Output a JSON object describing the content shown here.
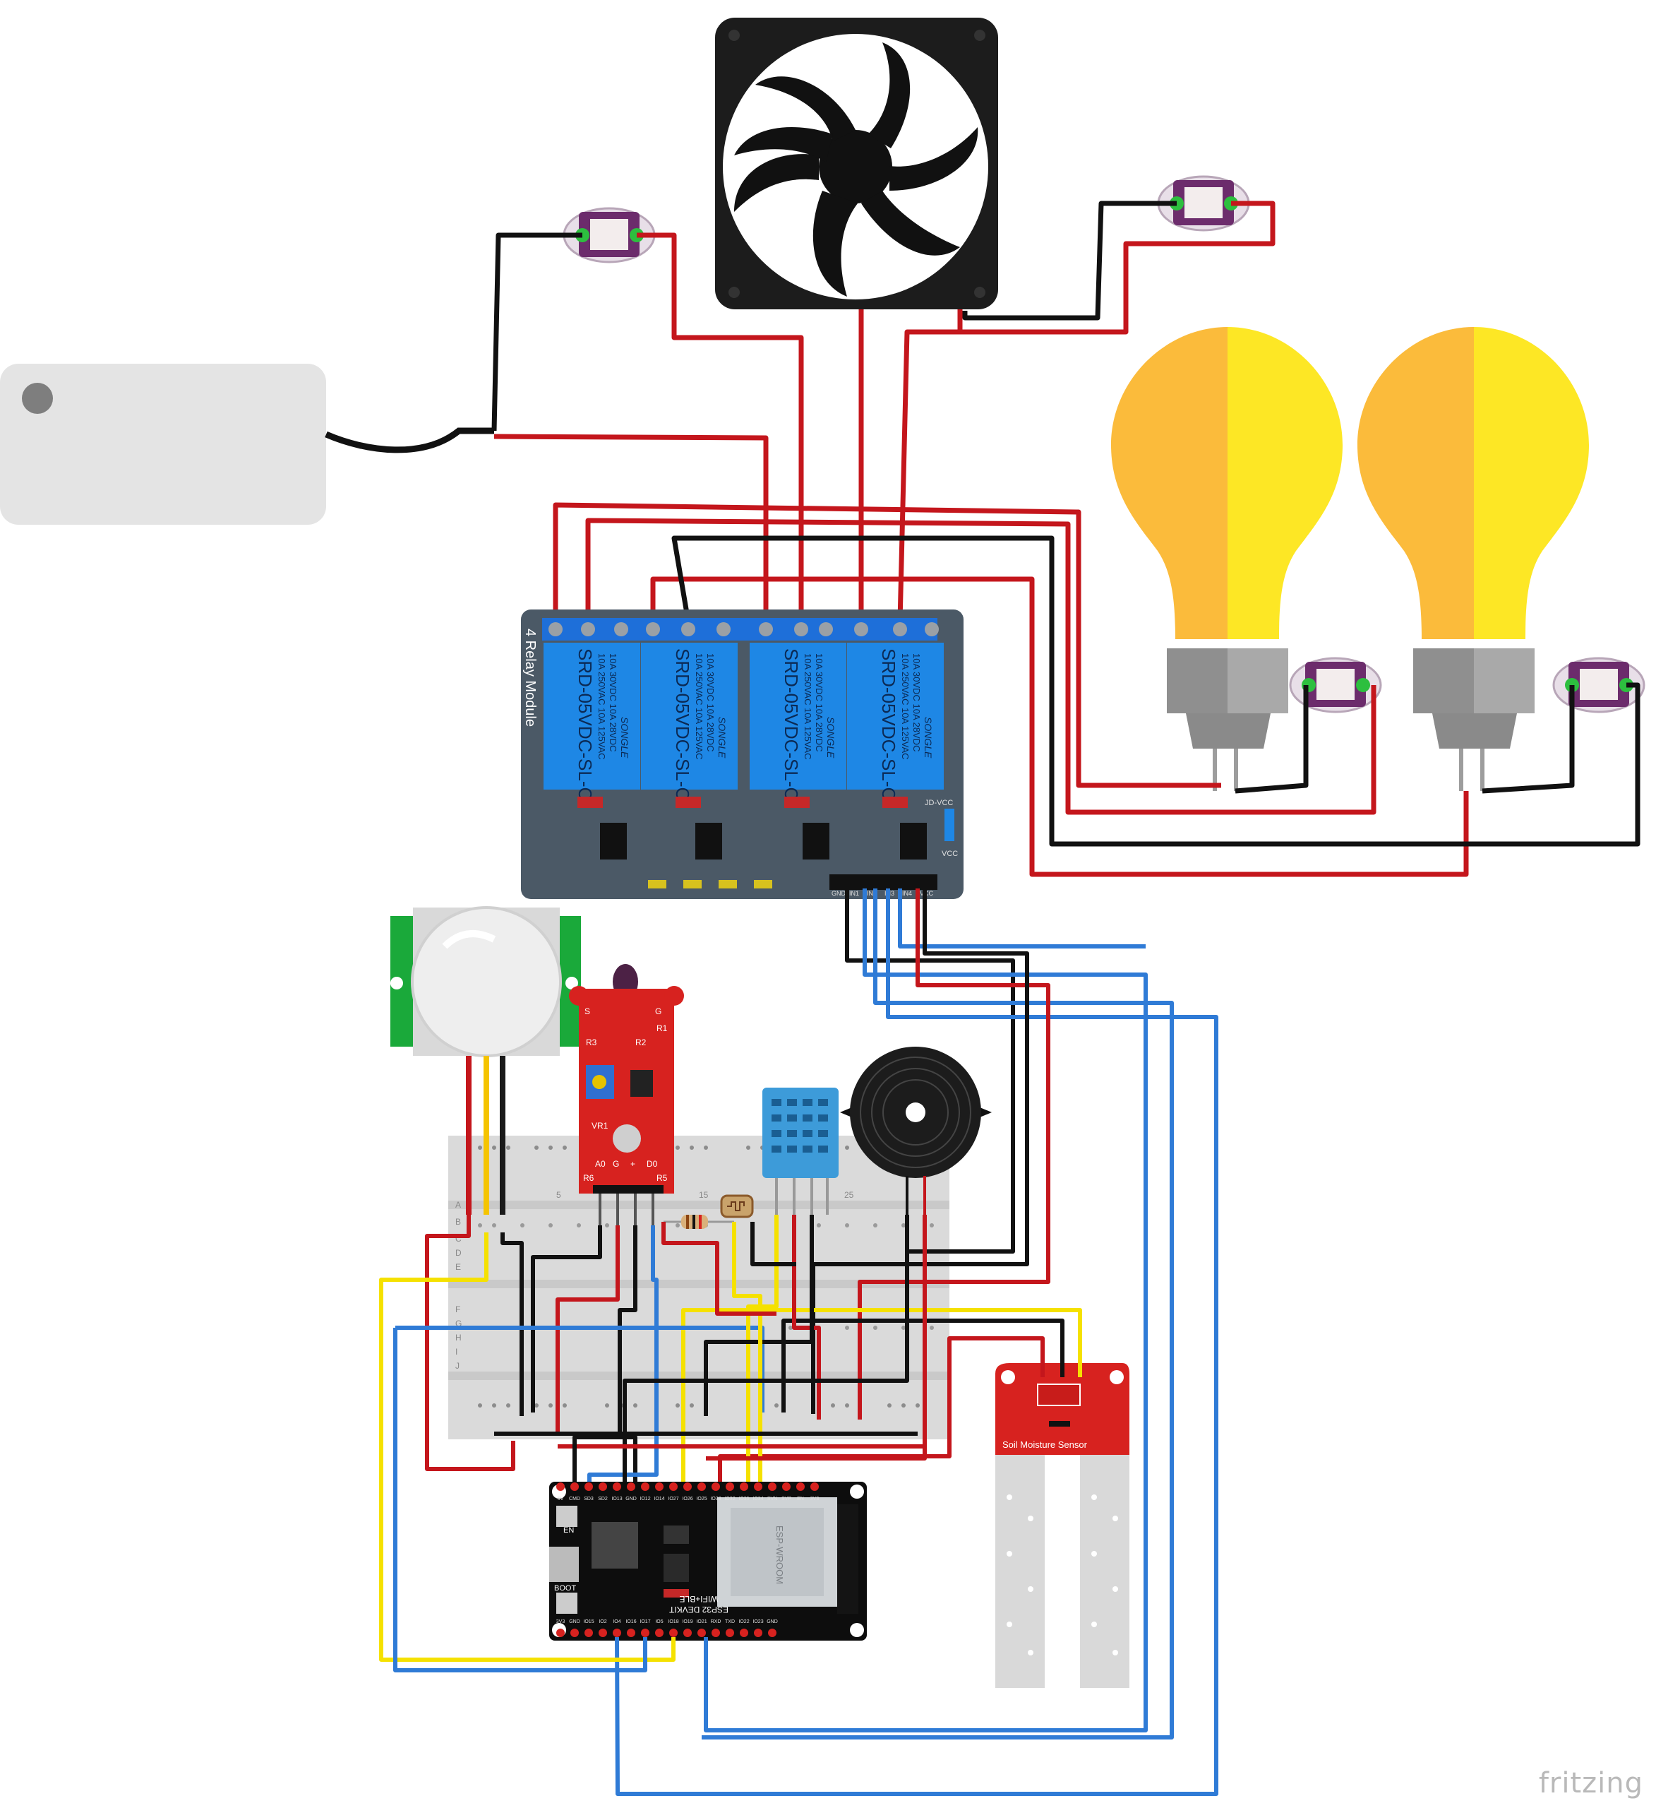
{
  "relay_module": {
    "title": "4 Relay Module",
    "relay_model": "SRD-05VDC-SL-C",
    "relay_rating": [
      "10A 250VAC  10A 125VAC",
      "10A 30VDC  10A 28VDC"
    ],
    "relay_brand": "SONGLE",
    "jumper_labels": [
      "JD-VCC",
      "VCC"
    ],
    "header_pins": [
      "GND",
      "IN1",
      "IN2",
      "IN3",
      "IN4",
      "VCC"
    ]
  },
  "flame_sensor": {
    "top_pins": [
      "S",
      "G"
    ],
    "labels": [
      "R1",
      "R2",
      "R3",
      "VR1",
      "R6",
      "R5"
    ],
    "pins": [
      "A0",
      "G",
      "+",
      "D0"
    ]
  },
  "breadboard": {
    "rows": [
      "A",
      "B",
      "C",
      "D",
      "E",
      "F",
      "G",
      "H",
      "I",
      "J"
    ],
    "column_marks": [
      "5",
      "15",
      "25"
    ]
  },
  "esp32": {
    "top_pins": [
      "5V",
      "CMD",
      "SD3",
      "SD2",
      "IO13",
      "GND",
      "IO12",
      "IO14",
      "IO27",
      "IO26",
      "IO25",
      "IO33",
      "IO32",
      "IO35",
      "IO34",
      "SVN",
      "SVP",
      "EN",
      "3V3"
    ],
    "bottom_pins": [
      "3V3",
      "GND",
      "IO15",
      "IO2",
      "IO4",
      "IO16",
      "IO17",
      "IO5",
      "IO18",
      "IO19",
      "IO21",
      "RXD",
      "TXD",
      "IO22",
      "IO23",
      "GND"
    ],
    "button_en": "EN",
    "button_boot": "BOOT",
    "module_label": "ESP-WROOM",
    "board_label": "ESP32 DEVKIT",
    "board_sub": "WIFI+BLE"
  },
  "soil_sensor": {
    "label": "Soil Moisture Sensor"
  },
  "watermark": "fritzing",
  "colors": {
    "wire_red": "#c4161c",
    "wire_black": "#1a1a1a",
    "wire_blue": "#2f7bd6",
    "wire_yellow": "#f5e100",
    "relay_board": "#4b5966",
    "relay_blue": "#1e87e5",
    "bulb_left": "#fbbb3b",
    "bulb_right": "#fde725",
    "sensor_red": "#d7221f"
  }
}
